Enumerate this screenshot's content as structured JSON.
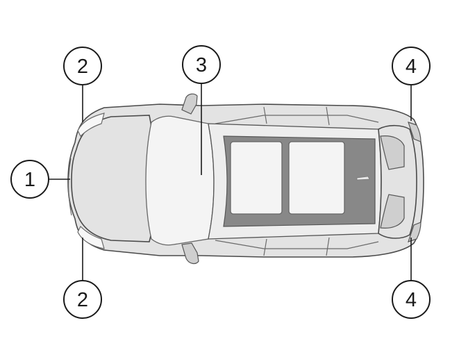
{
  "callouts": [
    {
      "id": "front",
      "label": "1"
    },
    {
      "id": "headlight-top",
      "label": "2"
    },
    {
      "id": "headlight-bottom",
      "label": "2"
    },
    {
      "id": "hood",
      "label": "3"
    },
    {
      "id": "rear-top",
      "label": "4"
    },
    {
      "id": "rear-bottom",
      "label": "4"
    }
  ]
}
